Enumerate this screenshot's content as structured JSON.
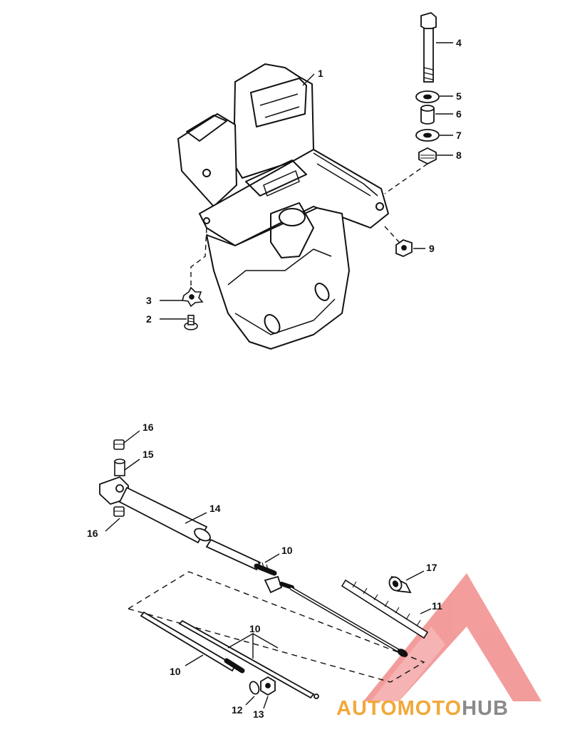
{
  "callouts": {
    "c1": "1",
    "c2": "2",
    "c3": "3",
    "c4": "4",
    "c5": "5",
    "c6": "6",
    "c7": "7",
    "c8": "8",
    "c9": "9",
    "c10a": "10",
    "c10b": "10",
    "c10c": "10",
    "c11": "11",
    "c12": "12",
    "c13": "13",
    "c14": "14",
    "c15": "15",
    "c16a": "16",
    "c16b": "16",
    "c17": "17"
  },
  "watermark": {
    "part1": "AUTOMOTO",
    "part2": "HUB",
    "color_primary": "#f2a83a",
    "color_secondary": "#8a8a8a",
    "logo_color": "#e94b4b"
  }
}
